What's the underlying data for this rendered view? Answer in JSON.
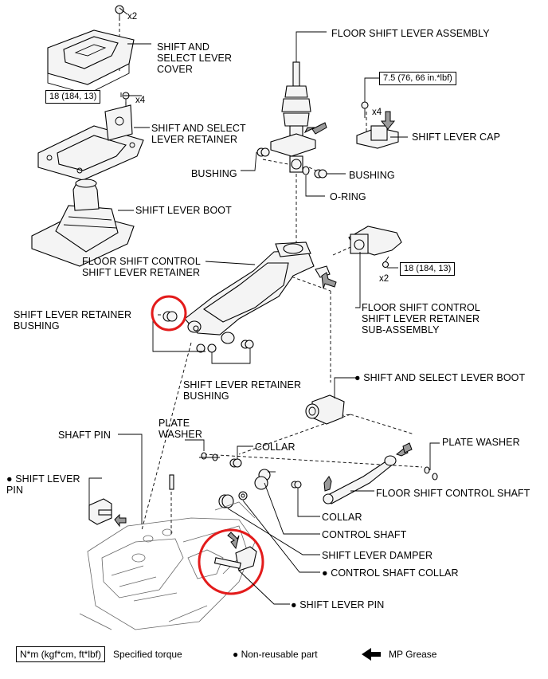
{
  "labels": {
    "floor_shift_lever_assembly": "FLOOR SHIFT LEVER ASSEMBLY",
    "shift_select_lever_cover": "SHIFT AND\nSELECT LEVER\nCOVER",
    "shift_select_lever_retainer": "SHIFT AND SELECT\nLEVER RETAINER",
    "shift_lever_cap": "SHIFT LEVER CAP",
    "bushing_left": "BUSHING",
    "bushing_right": "BUSHING",
    "o_ring": "O-RING",
    "shift_lever_boot": "SHIFT LEVER BOOT",
    "floor_shift_control_retainer": "FLOOR SHIFT CONTROL\nSHIFT LEVER RETAINER",
    "floor_shift_control_retainer_sub": "FLOOR SHIFT CONTROL\nSHIFT LEVER RETAINER\nSUB-ASSEMBLY",
    "shift_lever_retainer_bushing_1": "SHIFT LEVER RETAINER\nBUSHING",
    "shift_lever_retainer_bushing_2": "SHIFT LEVER RETAINER\nBUSHING",
    "shift_select_lever_boot": "● SHIFT AND SELECT LEVER BOOT",
    "shaft_pin": "SHAFT PIN",
    "plate_washer_left": "PLATE\nWASHER",
    "collar_top": "COLLAR",
    "plate_washer_right": "PLATE WASHER",
    "shift_lever_pin_left": "● SHIFT LEVER\nPIN",
    "floor_shift_control_shaft": "FLOOR SHIFT CONTROL SHAFT",
    "collar_bottom": "COLLAR",
    "control_shaft": "CONTROL SHAFT",
    "shift_lever_damper": "SHIFT LEVER DAMPER",
    "control_shaft_collar": "● CONTROL SHAFT COLLAR",
    "shift_lever_pin_bottom": "● SHIFT LEVER PIN"
  },
  "torques": {
    "retainer_bolt": "18 (184, 13)",
    "cap_bolt": "7.5 (76, 66 in.*lbf)",
    "sub_assembly_bolt": "18 (184, 13)"
  },
  "quantities": {
    "cover_screw": "x2",
    "retainer_bolt": "x4",
    "cap_bolt": "x4",
    "sub_assembly_bolt": "x2"
  },
  "legend": {
    "torque_box": "N*m (kgf*cm, ft*lbf)",
    "torque_text": "Specified torque",
    "non_reusable": "● Non-reusable part",
    "mp_grease": "MP Grease"
  },
  "colors": {
    "highlight_circle": "#e31b1b",
    "line": "#000000"
  }
}
